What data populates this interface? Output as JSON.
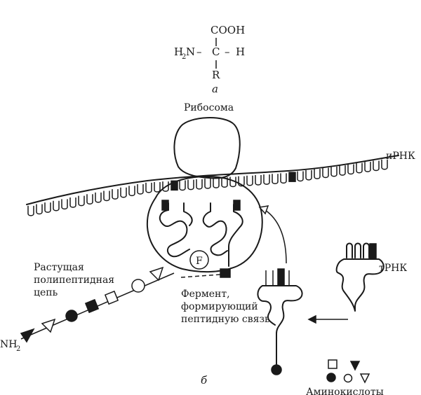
{
  "formula": {
    "cooh": "COOH",
    "h2n_left": "H",
    "h2n_sub": "2",
    "h2n_right": "N",
    "dash1": "–",
    "carbon": "C",
    "dash2": "–",
    "hydrogen": "H",
    "r_group": "R"
  },
  "labels": {
    "part_a": "а",
    "part_b": "б",
    "ribosome": "Рибосома",
    "mrna": "иРНК",
    "trna": "тРНК",
    "growing_chain_line1": "Растущая",
    "growing_chain_line2": "полипептидная",
    "growing_chain_line3": "цепь",
    "enzyme_line1": "Фермент,",
    "enzyme_line2": "формирующий",
    "enzyme_line3": "пептидную связь",
    "enzyme_symbol": "F",
    "amino_end": "NH",
    "amino_end_sub": "2",
    "amino_acids": "Аминокислоты"
  }
}
